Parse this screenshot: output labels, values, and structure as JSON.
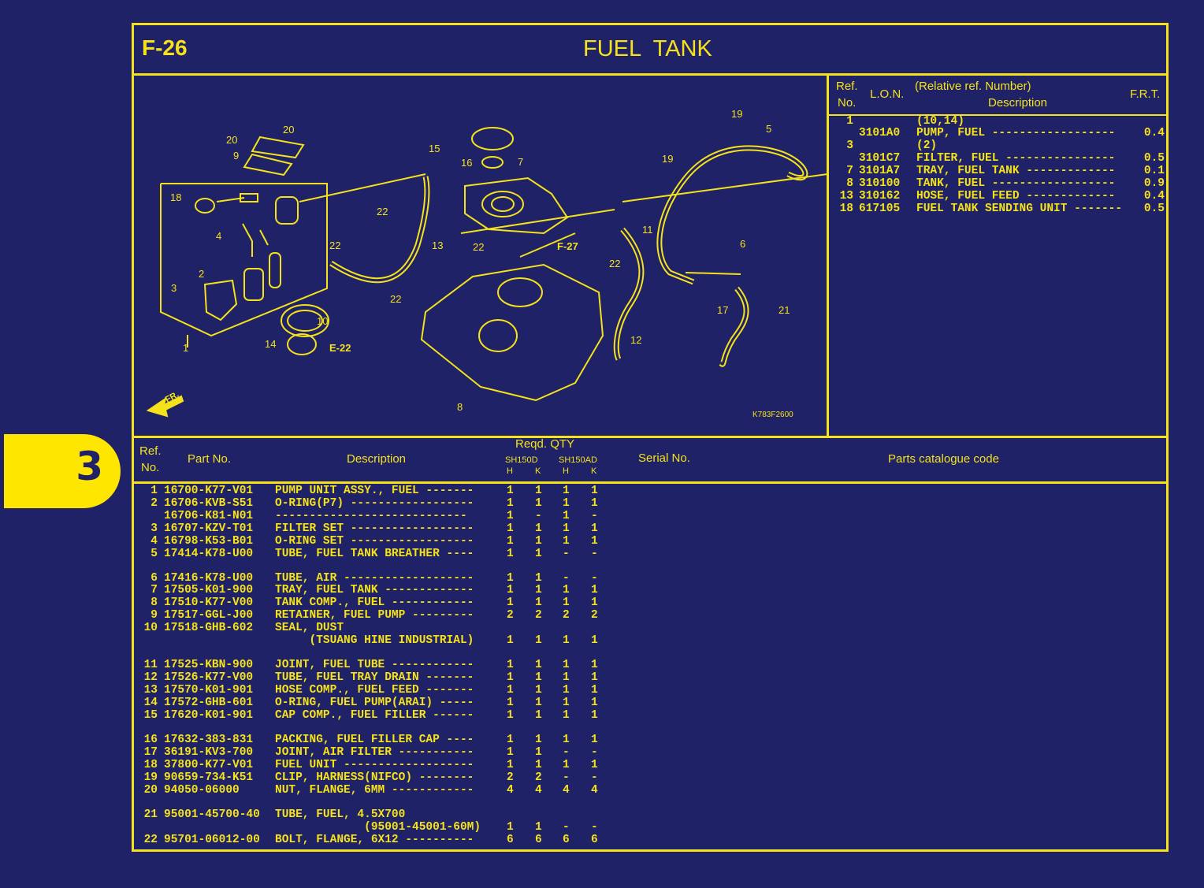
{
  "header": {
    "code": "F-26",
    "title": "FUEL  TANK"
  },
  "section_tab": "3",
  "lon_table": {
    "h_ref1": "Ref.",
    "h_ref2": "No.",
    "h_lon": "L.O.N.",
    "h_rel": "(Relative ref. Number)",
    "h_desc": "Description",
    "h_frt": "F.R.T.",
    "rows": [
      {
        "ref": "1",
        "lon": "",
        "desc": "(10,14)",
        "frt": ""
      },
      {
        "ref": "",
        "lon": "3101A0",
        "desc": "PUMP, FUEL ------------------",
        "frt": "0.4"
      },
      {
        "ref": "3",
        "lon": "",
        "desc": "(2)",
        "frt": ""
      },
      {
        "ref": "",
        "lon": "3101C7",
        "desc": "FILTER, FUEL ----------------",
        "frt": "0.5"
      },
      {
        "ref": "7",
        "lon": "3101A7",
        "desc": "TRAY, FUEL TANK -------------",
        "frt": "0.1"
      },
      {
        "ref": "8",
        "lon": "310100",
        "desc": "TANK, FUEL ------------------",
        "frt": "0.9"
      },
      {
        "ref": "13",
        "lon": "310162",
        "desc": "HOSE, FUEL FEED -------------",
        "frt": "0.4"
      },
      {
        "ref": "18",
        "lon": "617105",
        "desc": "FUEL TANK SENDING UNIT -------",
        "frt": "0.5"
      }
    ]
  },
  "diagram": {
    "code": "K783F2600",
    "front": "FR.",
    "ref_e22": "E-22",
    "ref_f27": "F-27",
    "callouts": [
      "1",
      "2",
      "3",
      "4",
      "5",
      "6",
      "7",
      "8",
      "9",
      "10",
      "11",
      "12",
      "13",
      "14",
      "15",
      "16",
      "17",
      "18",
      "19",
      "20",
      "21",
      "22"
    ]
  },
  "parts_table": {
    "h_ref1": "Ref.",
    "h_ref2": "No.",
    "h_part": "Part No.",
    "h_desc": "Description",
    "h_qty": "Reqd. QTY",
    "h_model1": "SH150D",
    "h_model2": "SH150AD",
    "h_sub": [
      "H",
      "K",
      "H",
      "K"
    ],
    "h_serial": "Serial No.",
    "h_catalog": "Parts catalogue code",
    "rows": [
      {
        "ref": "1",
        "part": "16700-K77-V01",
        "desc": "PUMP UNIT ASSY., FUEL -------",
        "q": [
          "1",
          "1",
          "1",
          "1"
        ]
      },
      {
        "ref": "2",
        "part": "16706-KVB-S51",
        "desc": "O-RING(P7) ------------------",
        "q": [
          "1",
          "1",
          "1",
          "1"
        ]
      },
      {
        "ref": "",
        "part": "16706-K81-N01",
        "desc": "----------------------------",
        "q": [
          "1",
          "-",
          "1",
          "-"
        ]
      },
      {
        "ref": "3",
        "part": "16707-KZV-T01",
        "desc": "FILTER SET ------------------",
        "q": [
          "1",
          "1",
          "1",
          "1"
        ]
      },
      {
        "ref": "4",
        "part": "16798-K53-B01",
        "desc": "O-RING SET ------------------",
        "q": [
          "1",
          "1",
          "1",
          "1"
        ]
      },
      {
        "ref": "5",
        "part": "17414-K78-U00",
        "desc": "TUBE, FUEL TANK BREATHER ----",
        "q": [
          "1",
          "1",
          "-",
          "-"
        ]
      },
      {
        "ref": "6",
        "part": "17416-K78-U00",
        "desc": "TUBE, AIR -------------------",
        "q": [
          "1",
          "1",
          "-",
          "-"
        ]
      },
      {
        "ref": "7",
        "part": "17505-K01-900",
        "desc": "TRAY, FUEL TANK -------------",
        "q": [
          "1",
          "1",
          "1",
          "1"
        ]
      },
      {
        "ref": "8",
        "part": "17510-K77-V00",
        "desc": "TANK COMP., FUEL ------------",
        "q": [
          "1",
          "1",
          "1",
          "1"
        ]
      },
      {
        "ref": "9",
        "part": "17517-GGL-J00",
        "desc": "RETAINER, FUEL PUMP ---------",
        "q": [
          "2",
          "2",
          "2",
          "2"
        ]
      },
      {
        "ref": "10",
        "part": "17518-GHB-602",
        "desc": "SEAL, DUST",
        "q": [
          "",
          "",
          "",
          ""
        ]
      },
      {
        "ref": "",
        "part": "",
        "desc": "     (TSUANG HINE INDUSTRIAL)",
        "q": [
          "1",
          "1",
          "1",
          "1"
        ]
      },
      {
        "ref": "11",
        "part": "17525-KBN-900",
        "desc": "JOINT, FUEL TUBE ------------",
        "q": [
          "1",
          "1",
          "1",
          "1"
        ]
      },
      {
        "ref": "12",
        "part": "17526-K77-V00",
        "desc": "TUBE, FUEL TRAY DRAIN -------",
        "q": [
          "1",
          "1",
          "1",
          "1"
        ]
      },
      {
        "ref": "13",
        "part": "17570-K01-901",
        "desc": "HOSE COMP., FUEL FEED -------",
        "q": [
          "1",
          "1",
          "1",
          "1"
        ]
      },
      {
        "ref": "14",
        "part": "17572-GHB-601",
        "desc": "O-RING, FUEL PUMP(ARAI) -----",
        "q": [
          "1",
          "1",
          "1",
          "1"
        ]
      },
      {
        "ref": "15",
        "part": "17620-K01-901",
        "desc": "CAP COMP., FUEL FILLER ------",
        "q": [
          "1",
          "1",
          "1",
          "1"
        ]
      },
      {
        "ref": "16",
        "part": "17632-383-831",
        "desc": "PACKING, FUEL FILLER CAP ----",
        "q": [
          "1",
          "1",
          "1",
          "1"
        ]
      },
      {
        "ref": "17",
        "part": "36191-KV3-700",
        "desc": "JOINT, AIR FILTER -----------",
        "q": [
          "1",
          "1",
          "-",
          "-"
        ]
      },
      {
        "ref": "18",
        "part": "37800-K77-V01",
        "desc": "FUEL UNIT -------------------",
        "q": [
          "1",
          "1",
          "1",
          "1"
        ]
      },
      {
        "ref": "19",
        "part": "90659-734-K51",
        "desc": "CLIP, HARNESS(NIFCO) --------",
        "q": [
          "2",
          "2",
          "-",
          "-"
        ]
      },
      {
        "ref": "20",
        "part": "94050-06000",
        "desc": "NUT, FLANGE, 6MM ------------",
        "q": [
          "4",
          "4",
          "4",
          "4"
        ]
      },
      {
        "ref": "21",
        "part": "95001-45700-40",
        "desc": "TUBE, FUEL, 4.5X700",
        "q": [
          "",
          "",
          "",
          ""
        ]
      },
      {
        "ref": "",
        "part": "",
        "desc": "             (95001-45001-60M)",
        "q": [
          "1",
          "1",
          "-",
          "-"
        ]
      },
      {
        "ref": "22",
        "part": "95701-06012-00",
        "desc": "BOLT, FLANGE, 6X12 ----------",
        "q": [
          "6",
          "6",
          "6",
          "6"
        ]
      }
    ]
  }
}
